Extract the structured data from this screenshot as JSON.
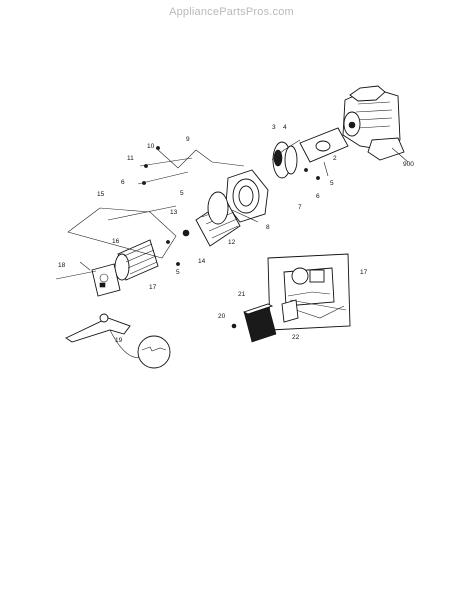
{
  "watermark": {
    "text": "AppliancePartsPros.com"
  },
  "callouts": [
    "900",
    "2",
    "3",
    "4",
    "5",
    "6",
    "7",
    "8",
    "9",
    "10",
    "11",
    "6",
    "5",
    "15",
    "13",
    "12",
    "14",
    "16",
    "5",
    "18",
    "17",
    "19",
    "17",
    "21",
    "20",
    "22"
  ]
}
